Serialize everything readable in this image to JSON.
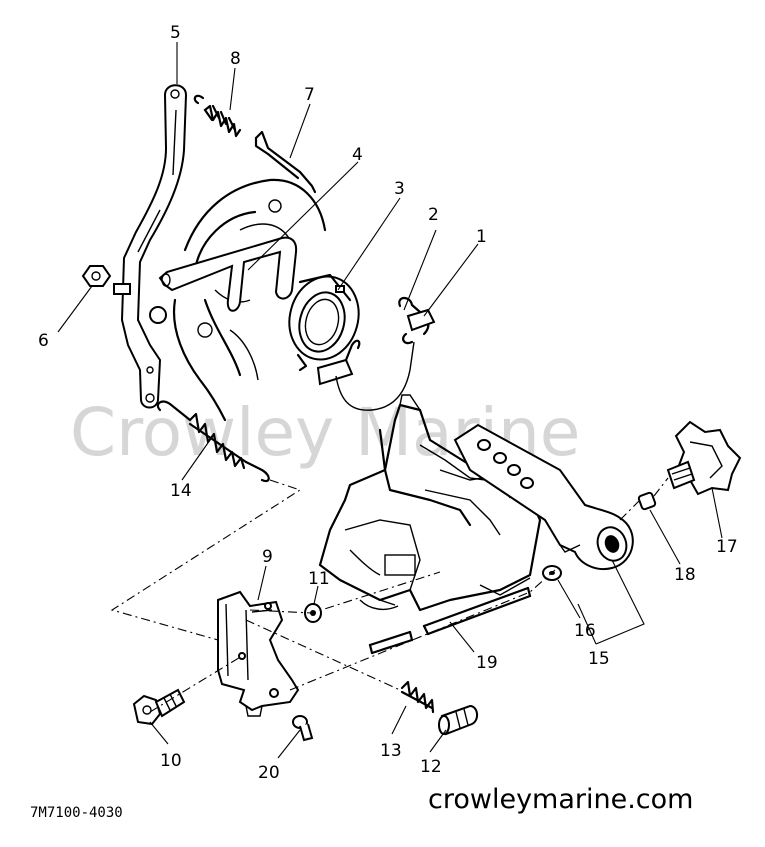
{
  "watermark": "Crowley Marine",
  "source_url": "crowleymarine.com",
  "drawing_code": "7M7100-4030",
  "callouts": [
    {
      "id": "1",
      "text": "1"
    },
    {
      "id": "2",
      "text": "2"
    },
    {
      "id": "3",
      "text": "3"
    },
    {
      "id": "4",
      "text": "4"
    },
    {
      "id": "5",
      "text": "5"
    },
    {
      "id": "6",
      "text": "6"
    },
    {
      "id": "7",
      "text": "7"
    },
    {
      "id": "8",
      "text": "8"
    },
    {
      "id": "9",
      "text": "9"
    },
    {
      "id": "10",
      "text": "10"
    },
    {
      "id": "11",
      "text": "11"
    },
    {
      "id": "12",
      "text": "12"
    },
    {
      "id": "13",
      "text": "13"
    },
    {
      "id": "14",
      "text": "14"
    },
    {
      "id": "15",
      "text": "15"
    },
    {
      "id": "16",
      "text": "16"
    },
    {
      "id": "17",
      "text": "17"
    },
    {
      "id": "18",
      "text": "18"
    },
    {
      "id": "19",
      "text": "19"
    },
    {
      "id": "20",
      "text": "20"
    }
  ]
}
